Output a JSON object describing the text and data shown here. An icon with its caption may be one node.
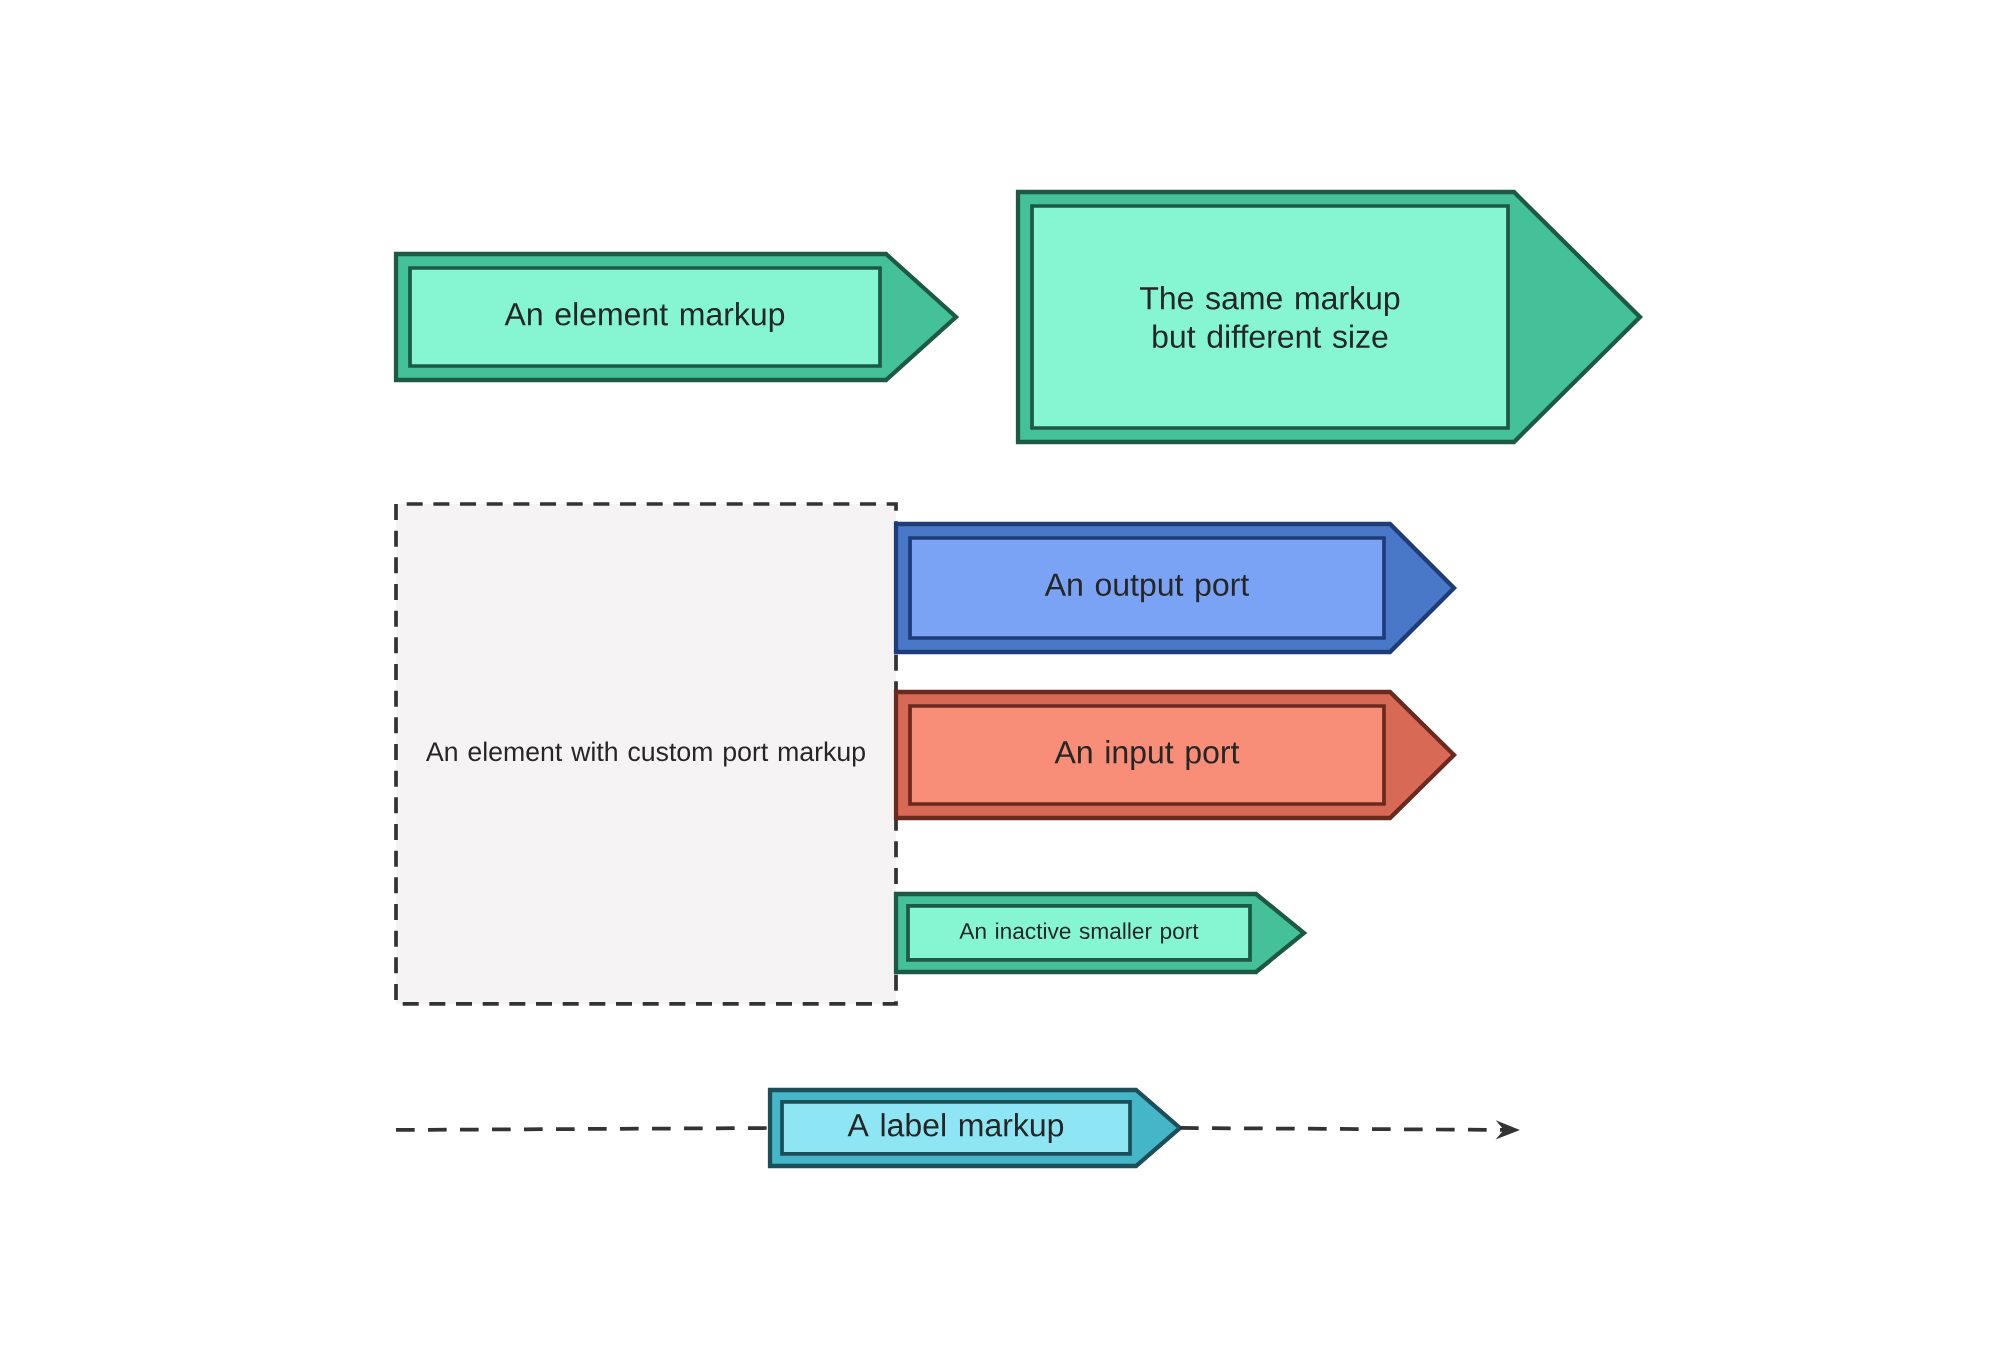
{
  "diagram": {
    "nodes": [
      {
        "text": [
          "An element markup"
        ]
      },
      {
        "text": [
          "The same markup but different size"
        ]
      },
      {
        "text": [
          "An element with custom port markup"
        ]
      },
      {
        "text": [
          "An output port"
        ]
      },
      {
        "text": [
          "An input port"
        ]
      },
      {
        "text": [
          "An inactive smaller port"
        ]
      },
      {
        "text": [
          "A label markup"
        ]
      }
    ],
    "edges": [
      {
        "from": null,
        "to": 6,
        "arrow": "none",
        "style": "dashed"
      },
      {
        "from": 6,
        "to": null,
        "arrow": "to",
        "style": "dashed"
      }
    ]
  }
}
